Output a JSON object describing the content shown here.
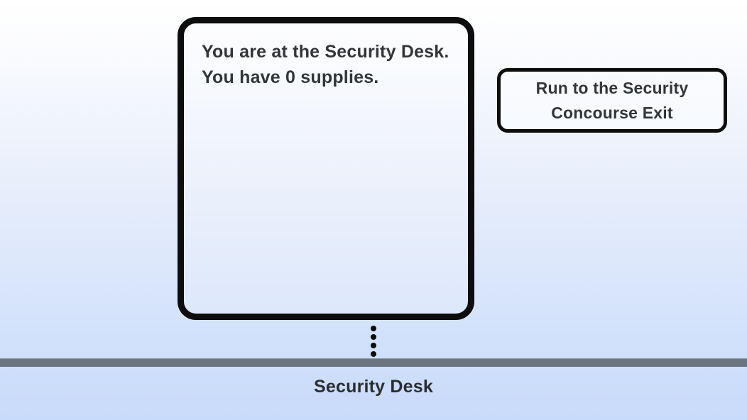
{
  "scene": {
    "narration_box": {
      "lines": {
        "line1": "You are at the Security Desk.",
        "line2": "You have 0 supplies."
      }
    },
    "action_button": {
      "label": "Run to the Security Concourse Exit"
    },
    "location": {
      "label": "Security Desk"
    },
    "colors": {
      "border_black": "#0d0d0d",
      "text_dark": "#333639",
      "floor_bar_gray": "#6b7481",
      "background_top": "#ffffff",
      "background_bottom": "#c9dbfa"
    }
  }
}
